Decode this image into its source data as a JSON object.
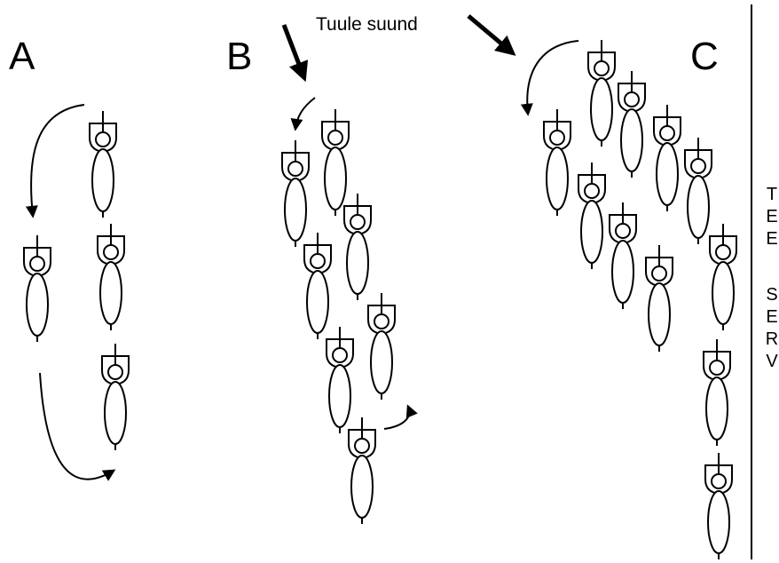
{
  "panels": [
    {
      "label": "A"
    },
    {
      "label": "B"
    },
    {
      "label": "C"
    }
  ],
  "wind": {
    "label": "Tuule suund"
  },
  "road_edge": {
    "letters": [
      "T",
      "E",
      "E",
      "",
      "S",
      "E",
      "R",
      "V"
    ]
  }
}
